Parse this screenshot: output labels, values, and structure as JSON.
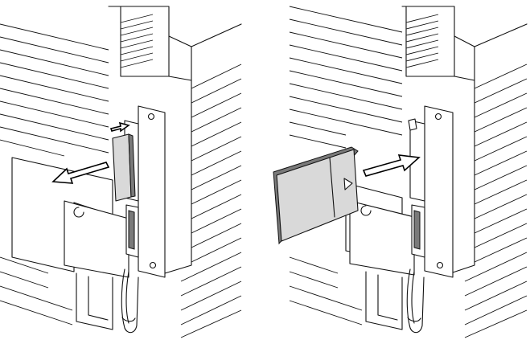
{
  "figure": {
    "panels": [
      {
        "id": "left",
        "action": "remove"
      },
      {
        "id": "right",
        "action": "insert"
      }
    ],
    "colors": {
      "line": "#111111",
      "card_face": "#d9d9d9",
      "card_edge": "#7a7a7a",
      "background": "#ffffff"
    },
    "icons": [
      "arrow-out-icon",
      "arrow-in-icon",
      "small-push-arrow-icon"
    ]
  }
}
